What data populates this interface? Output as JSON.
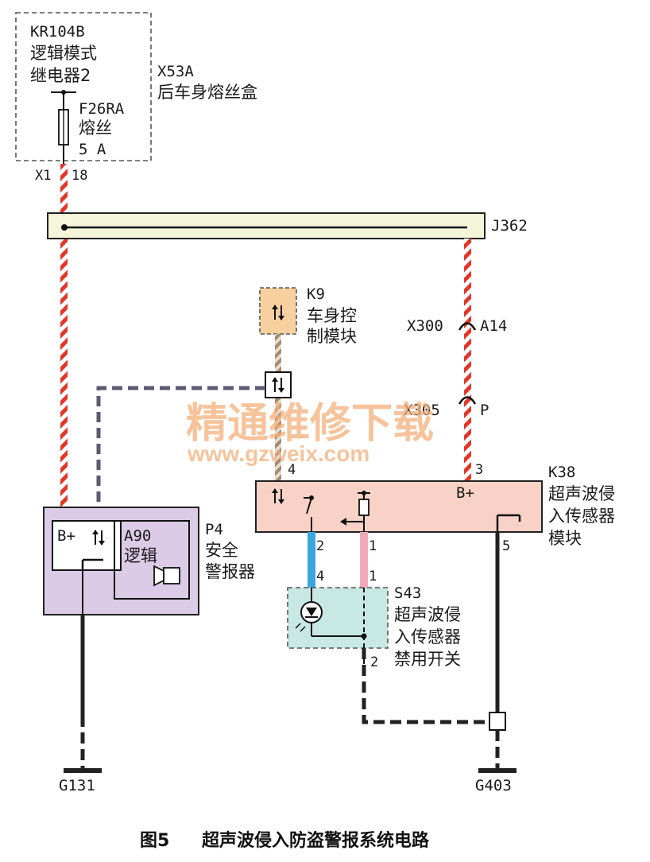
{
  "colors": {
    "wire_red_white": "#e2362a",
    "wire_blue": "#3aa6e0",
    "wire_pink": "#f1a9b8",
    "wire_brown": "#a58a6d",
    "splice_fill": "#f4f5d9",
    "module_k38_fill": "#f8d2c6",
    "module_p4_fill": "#dccbe6",
    "module_k9_fill": "#f8d0a0",
    "switch_s43_fill": "#c8e8e4"
  },
  "fuse_box": {
    "relay_code": "KR104B",
    "relay_name_1": "逻辑模式",
    "relay_name_2": "继电器2",
    "code": "X53A",
    "name": "后车身熔丝盒",
    "fuse_code": "F26RA",
    "fuse_name": "熔丝",
    "fuse_rating": "5 A",
    "connector": "X1",
    "pin": "18"
  },
  "splice": {
    "code": "J362"
  },
  "k9": {
    "code": "K9",
    "name_1": "车身控",
    "name_2": "制模块",
    "pin": "4",
    "icon": "bidirectional-arrows-icon"
  },
  "connectors": {
    "x300": {
      "code": "X300",
      "pin": "A14"
    },
    "x305": {
      "code": "X305",
      "pin": "P"
    }
  },
  "k38": {
    "code": "K38",
    "name_1": "超声波侵",
    "name_2": "入传感器",
    "name_3": "模块",
    "bplus": "B+",
    "pin_bplus": "3",
    "pin_switch": "2",
    "pin_led": "1",
    "pin_ground": "5"
  },
  "s43": {
    "code": "S43",
    "name_1": "超声波侵",
    "name_2": "入传感器",
    "name_3": "禁用开关",
    "pin_a": "4",
    "pin_b": "1",
    "pin_ground": "2"
  },
  "p4": {
    "code": "P4",
    "name_1": "安全",
    "name_2": "警报器",
    "inner_code": "A90",
    "inner_name": "逻辑",
    "bplus": "B+"
  },
  "grounds": {
    "g131": "G131",
    "g403": "G403"
  },
  "watermark": {
    "text": "精通维修下载",
    "url": "www.gzweix.com"
  },
  "caption": {
    "figure": "图5",
    "title": "超声波侵入防盗警报系统电路"
  }
}
